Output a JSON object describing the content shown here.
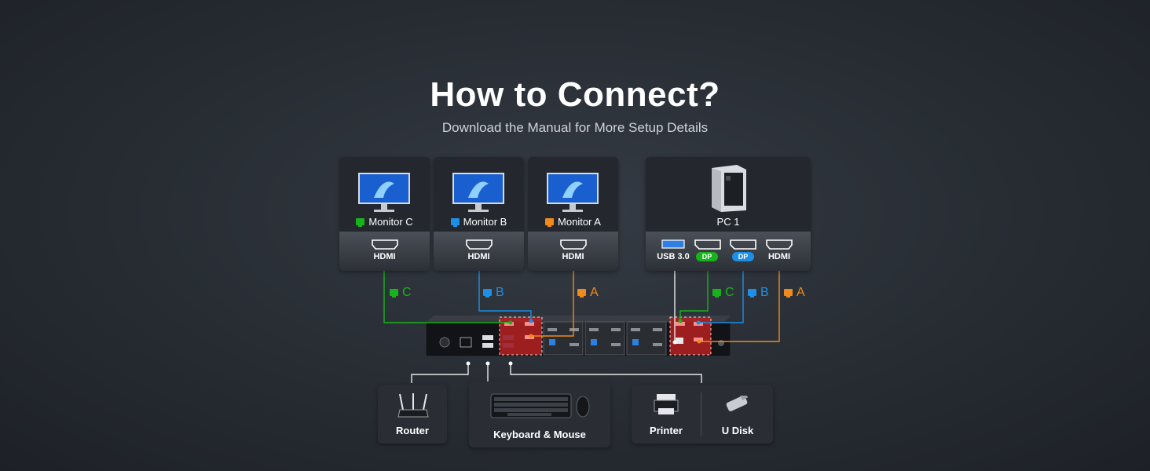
{
  "header": {
    "title": "How to Connect?",
    "subtitle": "Download the Manual for More Setup Details"
  },
  "colors": {
    "monitor_c": "#17b31a",
    "monitor_b": "#1c8fe6",
    "monitor_a": "#f08a1c",
    "highlight": "#c22424"
  },
  "monitors": [
    {
      "label": "Monitor C",
      "port": "HDMI",
      "color": "#17b31a"
    },
    {
      "label": "Monitor B",
      "port": "HDMI",
      "color": "#1c8fe6"
    },
    {
      "label": "Monitor A",
      "port": "HDMI",
      "color": "#f08a1c"
    }
  ],
  "pc": {
    "label": "PC 1",
    "ports": [
      {
        "label": "USB 3.0"
      },
      {
        "label": "DP",
        "color": "#17b31a"
      },
      {
        "label": "DP",
        "color": "#1c8fe6"
      },
      {
        "label": "HDMI"
      }
    ]
  },
  "connection_tags": {
    "left": [
      "C",
      "B",
      "A"
    ],
    "right": [
      "C",
      "B",
      "A"
    ]
  },
  "peripherals": {
    "router": "Router",
    "keyboard_mouse": "Keyboard & Mouse",
    "printer": "Printer",
    "udisk": "U Disk"
  }
}
